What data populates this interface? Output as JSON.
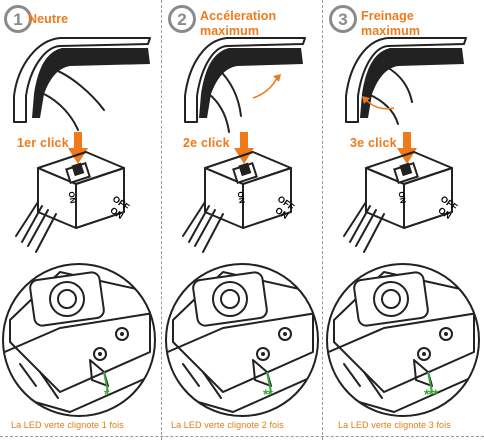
{
  "colors": {
    "accent": "#ee7a1b",
    "led": "#3aa53a",
    "outline": "#222222"
  },
  "steps": [
    {
      "number": "1",
      "title": "Neutre",
      "click": "1er click",
      "switch_on": "ON",
      "switch_off": "OFF",
      "caption": "La LED verte clignote 1 fois",
      "led_marks": "*"
    },
    {
      "number": "2",
      "title": "Accéleration maximum",
      "click": "2e click",
      "switch_on": "ON",
      "switch_off": "OFF",
      "caption": "La LED verte clignote 2 fois",
      "led_marks": "**"
    },
    {
      "number": "3",
      "title": "Freinage maximum",
      "click": "3e click",
      "switch_on": "ON",
      "switch_off": "OFF",
      "caption": "La LED verte clignote 3 fois",
      "led_marks": "***"
    }
  ]
}
